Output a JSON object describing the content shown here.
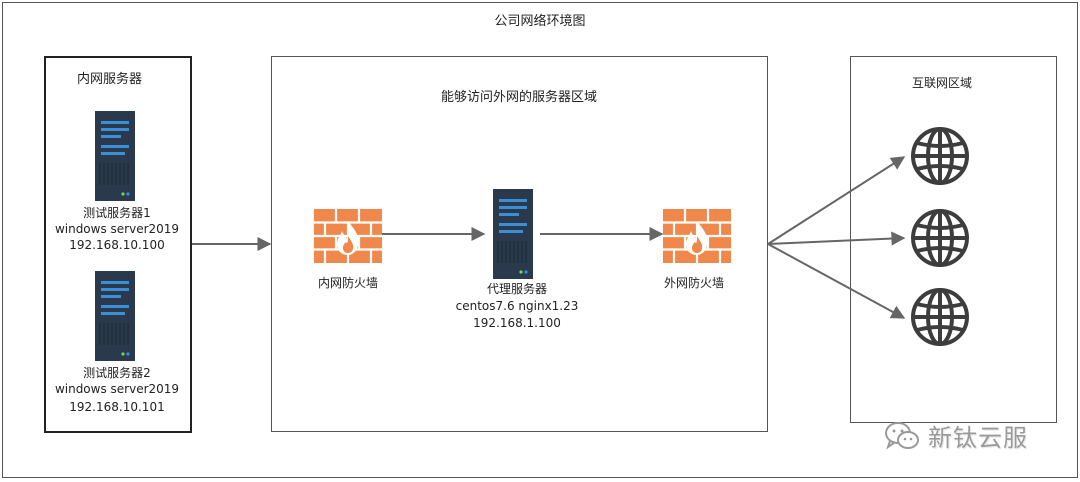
{
  "diagram": {
    "title": "公司网络环境图",
    "intranet": {
      "label": "内网服务器",
      "server1": {
        "name": "测试服务器1",
        "os": "windows  server2019",
        "ip": "192.168.10.100"
      },
      "server2": {
        "name": "测试服务器2",
        "os": "windows  server2019",
        "ip": "192.168.10.101"
      }
    },
    "middle": {
      "label": "能够访问外网的服务器区域",
      "inner_firewall": "内网防火墙",
      "proxy": {
        "name": "代理服务器",
        "software": "centos7.6  nginx1.23",
        "ip": "192.168.1.100"
      },
      "outer_firewall": "外网防火墙"
    },
    "internet": {
      "label": "互联网区域"
    },
    "watermark": "新钛云服",
    "colors": {
      "firewall": "#f0874b",
      "server_body": "#2a3a4c",
      "server_accent": "#3b8fd6",
      "globe": "#3d3d3d",
      "arrow": "#666666"
    }
  }
}
